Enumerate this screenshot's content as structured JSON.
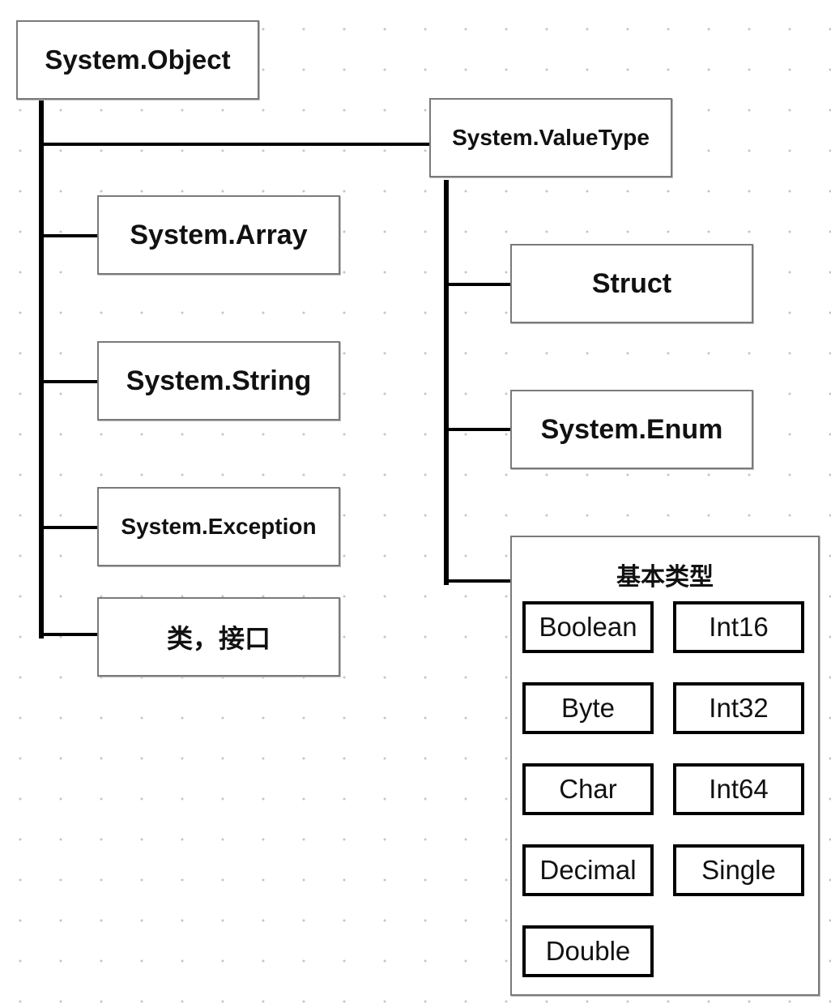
{
  "diagram": {
    "root": {
      "label": "System.Object"
    },
    "value_type": {
      "label": "System.ValueType"
    },
    "object_children": [
      {
        "label": "System.Array"
      },
      {
        "label": "System.String"
      },
      {
        "label": "System.Exception"
      },
      {
        "label": "类，接口"
      }
    ],
    "value_type_children": [
      {
        "label": "Struct"
      },
      {
        "label": "System.Enum"
      }
    ],
    "basic_types": {
      "title": "基本类型",
      "items": [
        {
          "label": "Boolean"
        },
        {
          "label": "Int16"
        },
        {
          "label": "Byte"
        },
        {
          "label": "Int32"
        },
        {
          "label": "Char"
        },
        {
          "label": "Int64"
        },
        {
          "label": "Decimal"
        },
        {
          "label": "Single"
        },
        {
          "label": "Double"
        }
      ]
    }
  }
}
